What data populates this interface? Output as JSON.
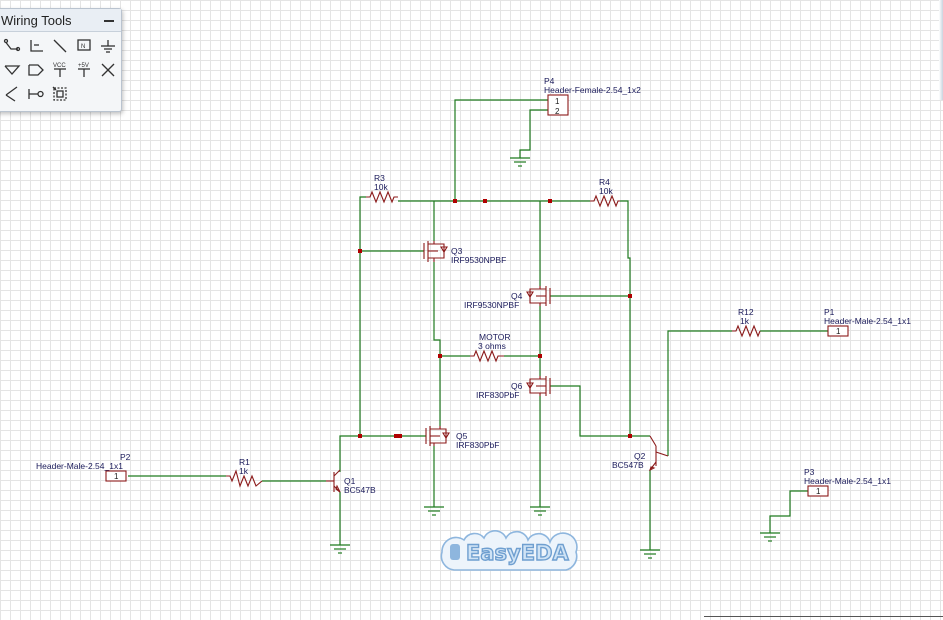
{
  "window": {
    "wiring_tools": {
      "title": "Wiring Tools",
      "tools": [
        {
          "name": "wire-icon"
        },
        {
          "name": "bus-icon"
        },
        {
          "name": "bus-entry-icon"
        },
        {
          "name": "net-label-icon",
          "label": "N"
        },
        {
          "name": "ground-icon"
        },
        {
          "name": "net-port-icon"
        },
        {
          "name": "net-flag-icon"
        },
        {
          "name": "vcc-icon",
          "label": "VCC"
        },
        {
          "name": "plus-5v-icon",
          "label": "+5V"
        },
        {
          "name": "no-connect-icon"
        },
        {
          "name": "voltage-probe-icon"
        },
        {
          "name": "pin-icon"
        },
        {
          "name": "group-icon"
        }
      ]
    }
  },
  "schematic": {
    "parts": {
      "p4": {
        "ref": "P4",
        "value": "Header-Female-2.54_1x2",
        "pins": [
          "1",
          "2"
        ]
      },
      "r3": {
        "ref": "R3",
        "value": "10k"
      },
      "r4": {
        "ref": "R4",
        "value": "10k"
      },
      "q3": {
        "ref": "Q3",
        "value": "IRF9530NPBF"
      },
      "q4": {
        "ref": "Q4",
        "value": "IRF9530NPBF"
      },
      "motor": {
        "ref": "MOTOR",
        "value": "3 ohms"
      },
      "q6": {
        "ref": "Q6",
        "value": "IRF830PbF"
      },
      "q5": {
        "ref": "Q5",
        "value": "IRF830PbF"
      },
      "r12": {
        "ref": "R12",
        "value": "1k"
      },
      "p1": {
        "ref": "P1",
        "value": "Header-Male-2.54_1x1",
        "pins": [
          "1"
        ]
      },
      "p2": {
        "ref": "P2",
        "value": "Header-Male-2.54_1x1",
        "pins": [
          "1"
        ]
      },
      "r1": {
        "ref": "R1",
        "value": "1k"
      },
      "q1": {
        "ref": "Q1",
        "value": "BC547B"
      },
      "q2": {
        "ref": "Q2",
        "value": "BC547B"
      },
      "p3": {
        "ref": "P3",
        "value": "Header-Male-2.54_1x1",
        "pins": [
          "1"
        ]
      }
    },
    "colors": {
      "wire": "#1f7a1f",
      "part": "#8b1a1a",
      "junction": "#b00000",
      "text": "#1a1a5a"
    }
  },
  "watermark": {
    "text": "EasyEDA",
    "color": "#6f9fd0"
  }
}
